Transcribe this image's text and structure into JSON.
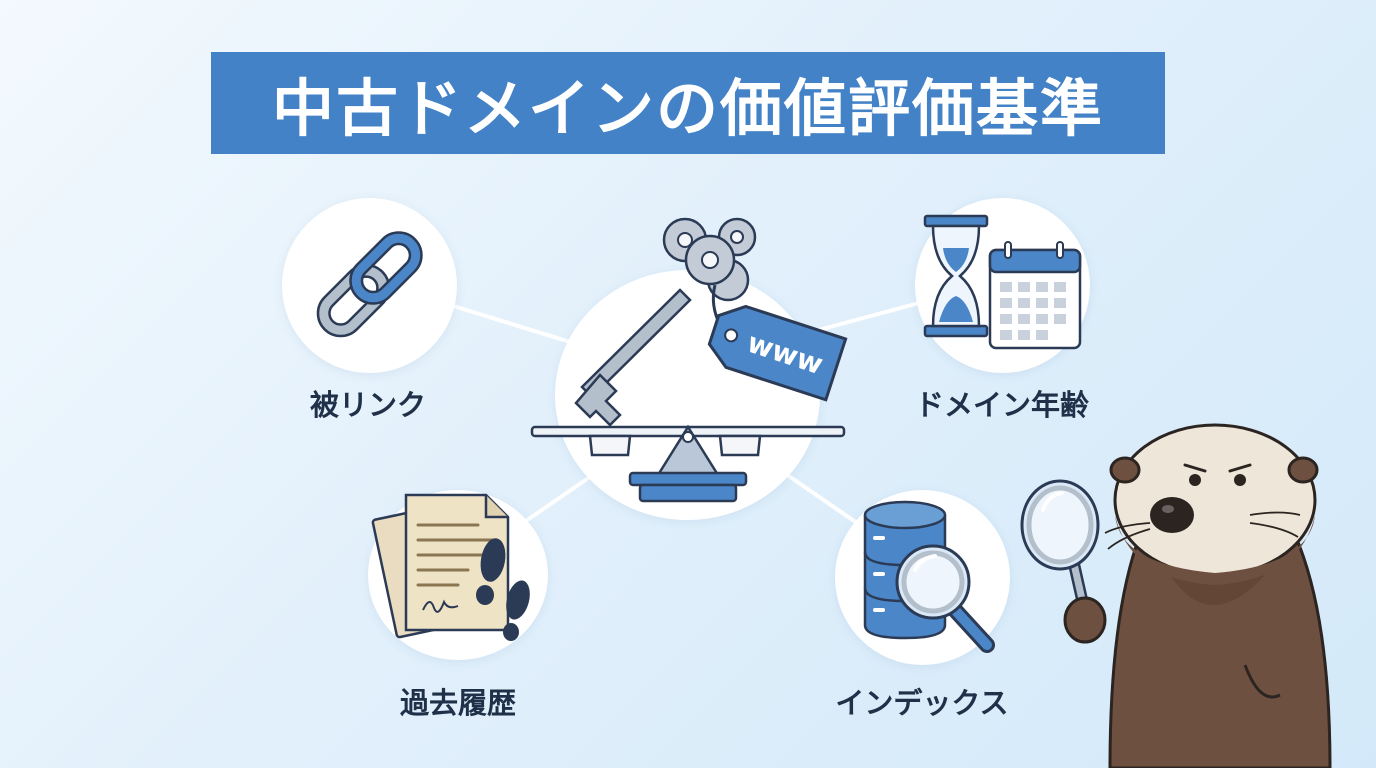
{
  "title": "中古ドメインの価値評価基準",
  "center": {
    "tag_text": "www"
  },
  "criteria": [
    {
      "id": "backlinks",
      "label": "被リンク",
      "icon": "chain-link-icon"
    },
    {
      "id": "domain_age",
      "label": "ドメイン年齢",
      "icon": "hourglass-calendar-icon"
    },
    {
      "id": "history",
      "label": "過去履歴",
      "icon": "documents-footprints-icon"
    },
    {
      "id": "index",
      "label": "インデックス",
      "icon": "database-magnifier-icon"
    }
  ],
  "colors": {
    "banner": "#4382c7",
    "accent_blue": "#4a86c8",
    "outline": "#2b3a55",
    "background_light": "#f3f9fe",
    "background_dark": "#d3e9f9",
    "label_text": "#1f3048",
    "otter_body": "#6e5040",
    "otter_face": "#efe6da"
  }
}
